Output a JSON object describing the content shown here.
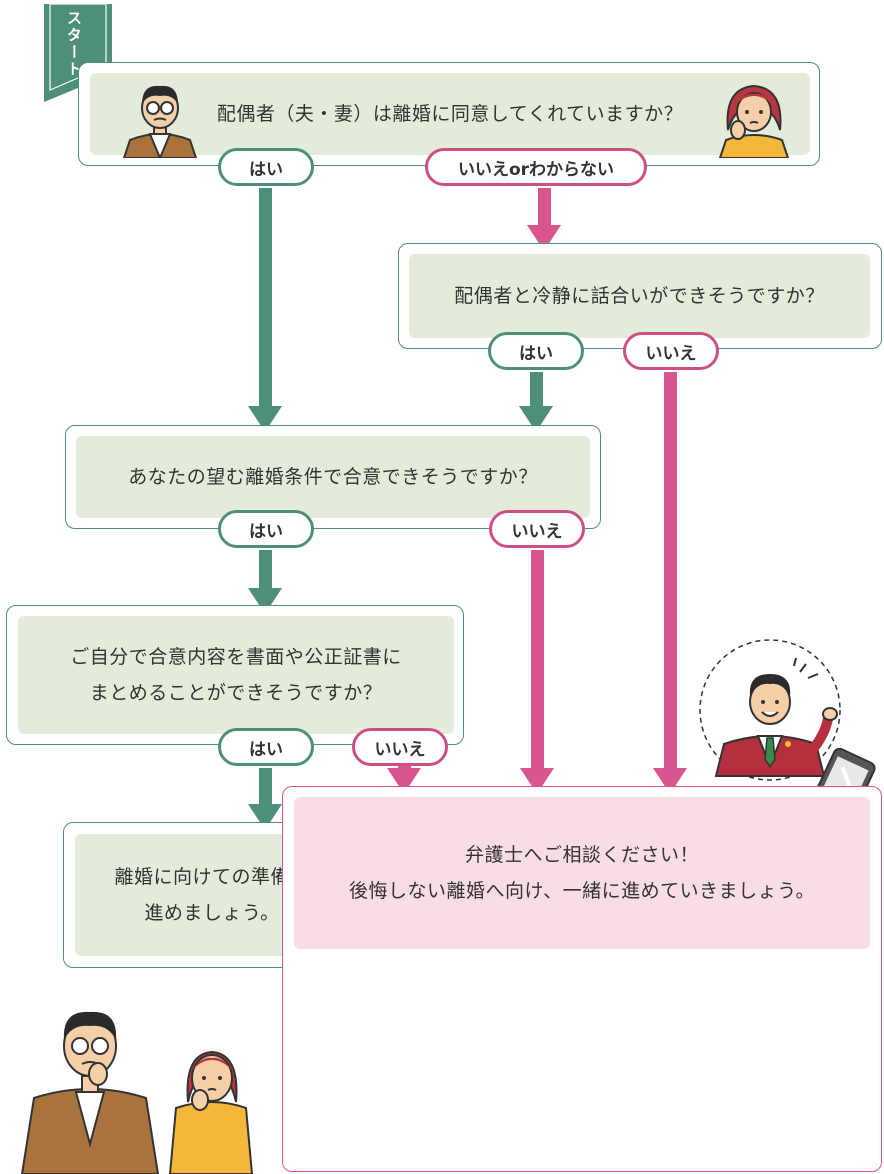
{
  "start_label": "スタート",
  "q1": "配偶者（夫・妻）は離婚に同意してくれていますか？",
  "q1_yes": "はい",
  "q1_no": "いいえorわからない",
  "q2": "配偶者と冷静に話合いができそうですか？",
  "q2_yes": "はい",
  "q2_no": "いいえ",
  "q3": "あなたの望む離婚条件で合意できそうですか？",
  "q3_yes": "はい",
  "q3_no": "いいえ",
  "q4_line1": "ご自分で合意内容を書面や公正証書に",
  "q4_line2": "まとめることができそうですか？",
  "q4_yes": "はい",
  "q4_no": "いいえ",
  "r1_line1": "離婚に向けての準備を",
  "r1_line2": "進めましょう。",
  "r2_line1": "弁護士へご相談ください！",
  "r2_line2": "後悔しない離婚へ向け、一緒に進めていきましょう。",
  "colors": {
    "yes_green": "#4e8f78",
    "no_pink": "#d9558f",
    "question_fill": "#e3ecda",
    "result_pink_fill": "#f8dde7"
  },
  "icons": [
    "start-ribbon-icon",
    "man-thinking-icon",
    "woman-thinking-icon",
    "lawyer-icon",
    "smartphone-icon",
    "couple-thinking-icon"
  ]
}
